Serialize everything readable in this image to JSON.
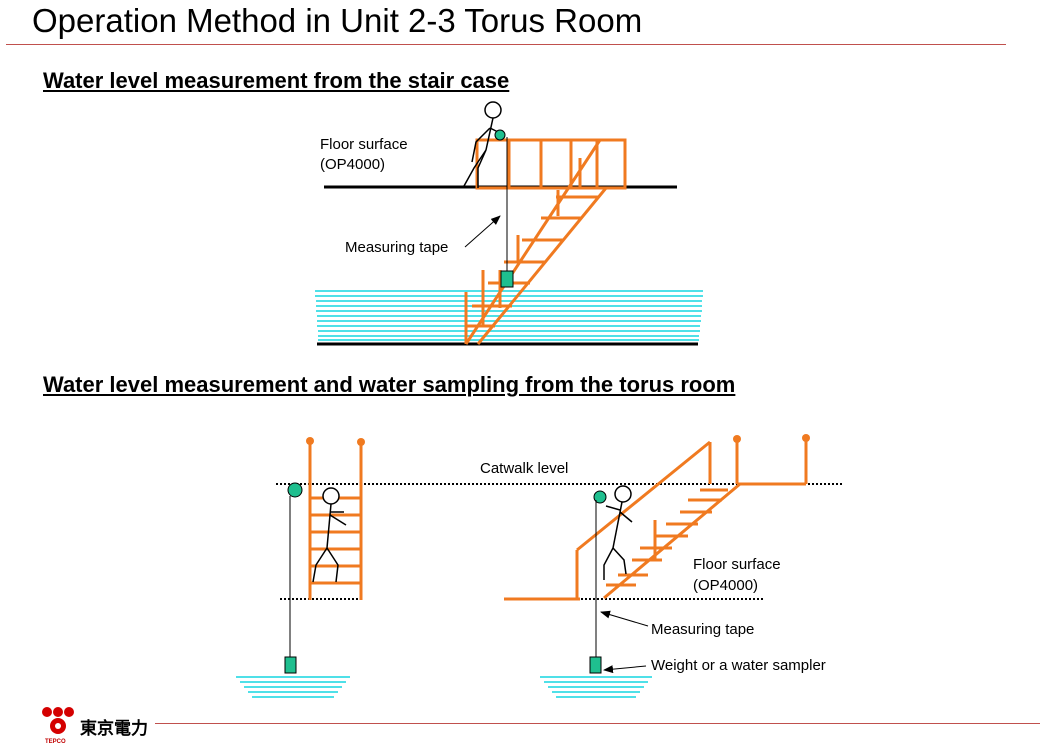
{
  "title": "Operation Method in Unit 2-3 Torus Room",
  "sections": [
    {
      "heading": "Water level measurement from the stair case"
    },
    {
      "heading": "Water level measurement and water sampling from the torus room"
    }
  ],
  "labels": {
    "top_floor_surface": "Floor surface",
    "top_floor_op": "(OP4000)",
    "top_measuring_tape": "Measuring tape",
    "catwalk_level": "Catwalk level",
    "bottom_floor_surface": "Floor surface",
    "bottom_floor_op": "(OP4000)",
    "bottom_measuring_tape": "Measuring tape",
    "weight_or_sampler": "Weight or a water sampler"
  },
  "footer": {
    "company_name": "東京電力",
    "company_abbr": "TEPCO"
  },
  "colors": {
    "structure": "#f07a20",
    "water": "#4fe0e8",
    "weight": "#1fbf8f",
    "rule": "#c0504d"
  }
}
